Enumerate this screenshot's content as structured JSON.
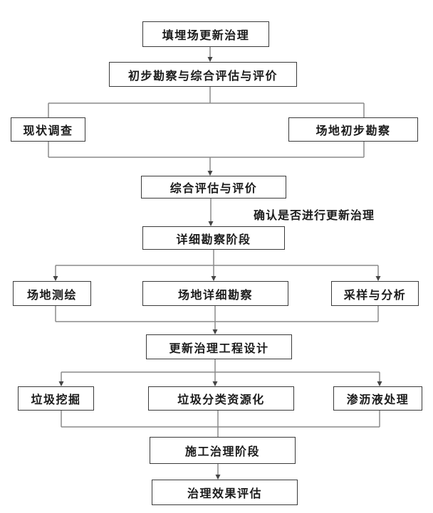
{
  "diagram": {
    "background": "#ffffff",
    "colors": {
      "box_border": "#3a3a3a",
      "connector": "#8a8a8a",
      "arrowhead": "#454545",
      "text": "#1b1b1b"
    },
    "annotation": "确认是否进行更新治理",
    "nodes": [
      {
        "id": "landfill-renewal",
        "label": "填埋场更新治理"
      },
      {
        "id": "preliminary-survey-eval",
        "label": "初步勘察与综合评估与评价"
      },
      {
        "id": "current-status-survey",
        "label": "现状调查"
      },
      {
        "id": "site-preliminary-survey",
        "label": "场地初步勘察"
      },
      {
        "id": "comprehensive-eval",
        "label": "综合评估与评价"
      },
      {
        "id": "detailed-survey-stage",
        "label": "详细勘察阶段"
      },
      {
        "id": "site-mapping",
        "label": "场地测绘"
      },
      {
        "id": "site-detailed-survey",
        "label": "场地详细勘察"
      },
      {
        "id": "sampling-analysis",
        "label": "采样与分析"
      },
      {
        "id": "renewal-engineering-design",
        "label": "更新治理工程设计"
      },
      {
        "id": "waste-excavation",
        "label": "垃圾挖掘"
      },
      {
        "id": "waste-sorting-recycling",
        "label": "垃圾分类资源化"
      },
      {
        "id": "leachate-treatment",
        "label": "渗沥液处理"
      },
      {
        "id": "construction-stage",
        "label": "施工治理阶段"
      },
      {
        "id": "effect-evaluation",
        "label": "治理效果评估"
      }
    ],
    "edges": [
      {
        "from": "landfill-renewal",
        "to": "preliminary-survey-eval"
      },
      {
        "from": "preliminary-survey-eval",
        "to": "current-status-survey"
      },
      {
        "from": "preliminary-survey-eval",
        "to": "site-preliminary-survey"
      },
      {
        "from": "current-status-survey",
        "to": "comprehensive-eval"
      },
      {
        "from": "site-preliminary-survey",
        "to": "comprehensive-eval"
      },
      {
        "from": "comprehensive-eval",
        "to": "detailed-survey-stage",
        "label": "确认是否进行更新治理"
      },
      {
        "from": "detailed-survey-stage",
        "to": "site-mapping"
      },
      {
        "from": "detailed-survey-stage",
        "to": "site-detailed-survey"
      },
      {
        "from": "detailed-survey-stage",
        "to": "sampling-analysis"
      },
      {
        "from": "site-mapping",
        "to": "renewal-engineering-design"
      },
      {
        "from": "site-detailed-survey",
        "to": "renewal-engineering-design"
      },
      {
        "from": "sampling-analysis",
        "to": "renewal-engineering-design"
      },
      {
        "from": "renewal-engineering-design",
        "to": "waste-excavation"
      },
      {
        "from": "renewal-engineering-design",
        "to": "waste-sorting-recycling"
      },
      {
        "from": "renewal-engineering-design",
        "to": "leachate-treatment"
      },
      {
        "from": "waste-excavation",
        "to": "construction-stage"
      },
      {
        "from": "waste-sorting-recycling",
        "to": "construction-stage"
      },
      {
        "from": "leachate-treatment",
        "to": "construction-stage"
      },
      {
        "from": "construction-stage",
        "to": "effect-evaluation"
      }
    ]
  }
}
